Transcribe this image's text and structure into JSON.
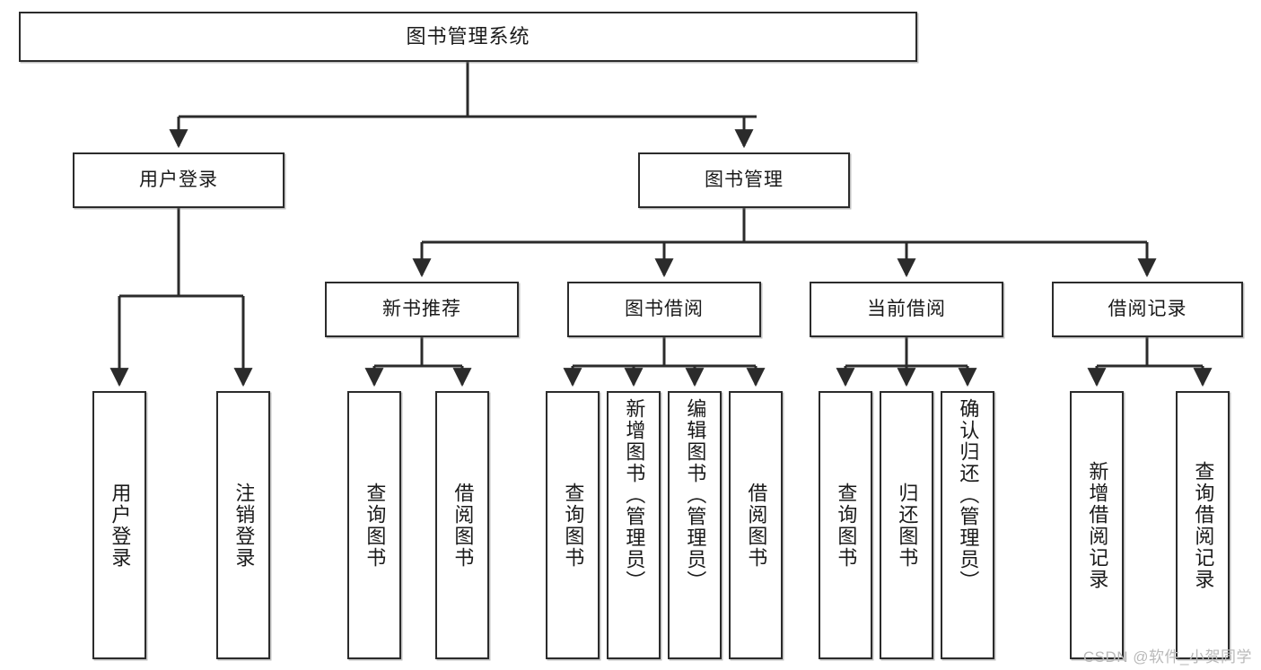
{
  "diagram": {
    "title": "图书管理系统",
    "type": "tree",
    "watermark": "CSDN @软件_小贺同学",
    "colors": {
      "stroke": "#2b2b2b",
      "fill": "#ffffff",
      "text": "#1a1a1a",
      "watermark": "#b9b9b9"
    }
  },
  "nodes": {
    "root": {
      "label": "图书管理系统"
    },
    "level2": [
      {
        "label": "用户登录"
      },
      {
        "label": "图书管理"
      }
    ],
    "level3": [
      {
        "label": "新书推荐"
      },
      {
        "label": "图书借阅"
      },
      {
        "label": "当前借阅"
      },
      {
        "label": "借阅记录"
      }
    ],
    "leaves_user_login": [
      {
        "label": "用户登录"
      },
      {
        "label": "注销登录"
      }
    ],
    "leaves_new_books": [
      {
        "label": "查询图书"
      },
      {
        "label": "借阅图书"
      }
    ],
    "leaves_borrow": [
      {
        "label": "查询图书"
      },
      {
        "label": "新增图书（管理员）"
      },
      {
        "label": "编辑图书（管理员）"
      },
      {
        "label": "借阅图书"
      }
    ],
    "leaves_current": [
      {
        "label": "查询图书"
      },
      {
        "label": "归还图书"
      },
      {
        "label": "确认归还（管理员）"
      }
    ],
    "leaves_records": [
      {
        "label": "新增借阅记录"
      },
      {
        "label": "查询借阅记录"
      }
    ]
  }
}
